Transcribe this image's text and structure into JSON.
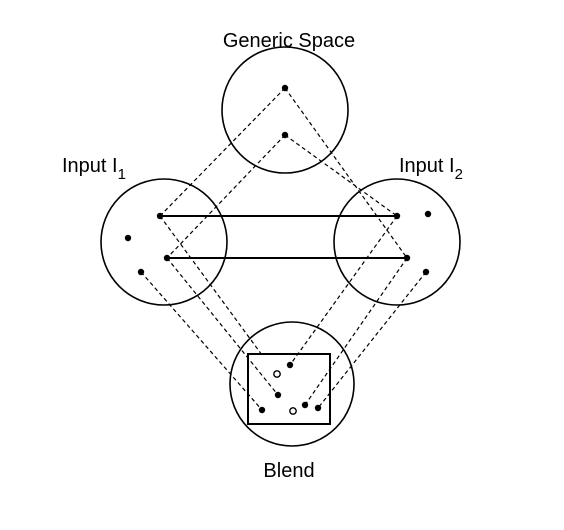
{
  "diagram": {
    "spaces": {
      "generic": {
        "label": "Generic Space"
      },
      "input1": {
        "label": "Input I",
        "subscript": "1"
      },
      "input2": {
        "label": "Input I",
        "subscript": "2"
      },
      "blend": {
        "label": "Blend"
      }
    }
  }
}
